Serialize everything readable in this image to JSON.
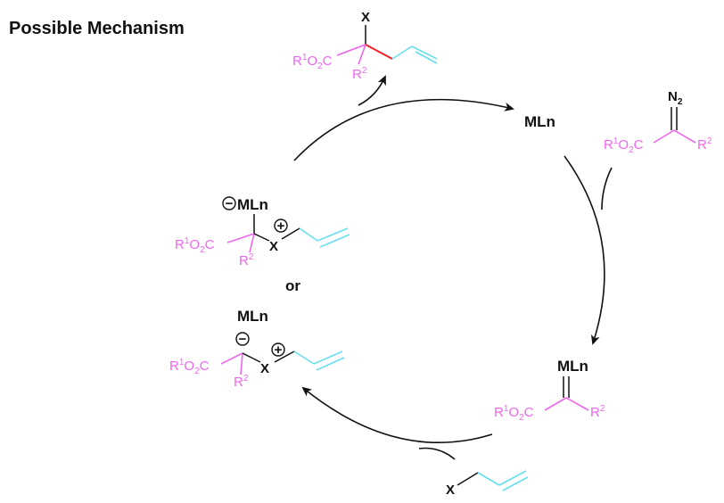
{
  "title": "Possible Mechanism",
  "colors": {
    "pink": "#ee66ee",
    "cyan": "#66dfee",
    "red": "#ee2222",
    "black": "#111111"
  },
  "labels": {
    "mln": "MLn",
    "n2_n": "N",
    "n2_sub": "2",
    "or": "or",
    "x": "X",
    "r1": "R",
    "r1_sup": "1",
    "o2c_o": "O",
    "o2c_sub": "2",
    "o2c_c": "C",
    "r2": "R",
    "r2_sup": "2",
    "plus": "+",
    "minus": "−"
  }
}
